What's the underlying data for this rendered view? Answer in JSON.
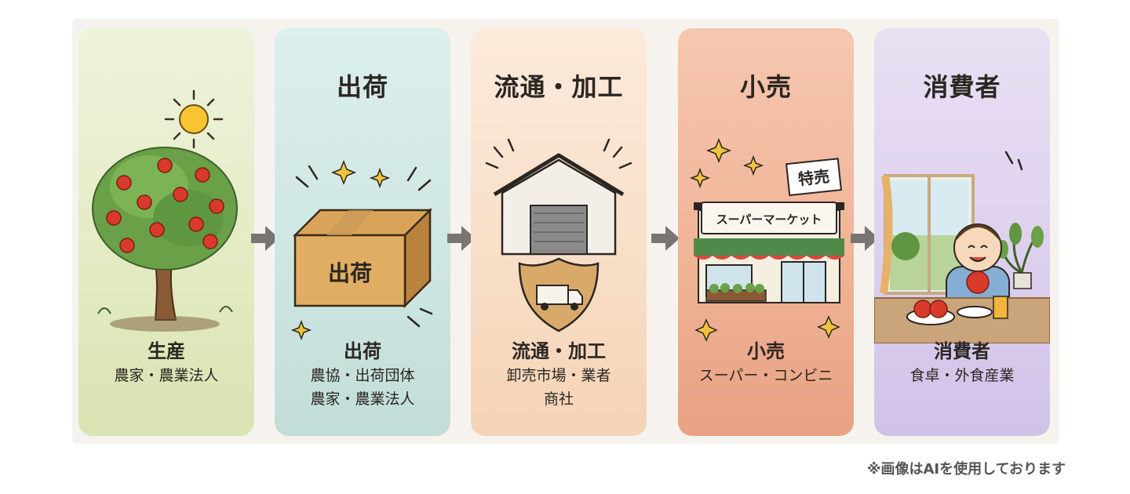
{
  "stages": [
    {
      "title": "",
      "label": "生産",
      "sub1": "農家・農業法人",
      "sub2": ""
    },
    {
      "title": "出荷",
      "label": "出荷",
      "sub1": "農協・出荷団体",
      "sub2": "農家・農業法人",
      "box_text": "出荷"
    },
    {
      "title": "流通・加工",
      "label": "流通・加工",
      "sub1": "卸売市場・業者",
      "sub2": "商社"
    },
    {
      "title": "小売",
      "label": "小売",
      "sub1": "スーパー・コンビニ",
      "sub2": "",
      "sign_text": "スーパーマーケット",
      "tag_text": "特売"
    },
    {
      "title": "消費者",
      "label": "消費者",
      "sub1": "食卓・外食産業",
      "sub2": ""
    }
  ],
  "footnote": "※画像はAIを使用しております",
  "colors": {
    "panel_production": "#e4ebc4",
    "panel_shipping": "#cfe6e2",
    "panel_distribution": "#f8dfc8",
    "panel_retail": "#f0b497",
    "panel_consumer": "#ddd0ee",
    "arrow": "#7a7572"
  },
  "icons": [
    "sun-icon",
    "apple-tree-icon",
    "cardboard-box-icon",
    "warehouse-icon",
    "shield-truck-icon",
    "supermarket-icon",
    "sale-tag-icon",
    "child-eating-apple-icon",
    "arrow-right-icon",
    "sparkle-icon"
  ]
}
